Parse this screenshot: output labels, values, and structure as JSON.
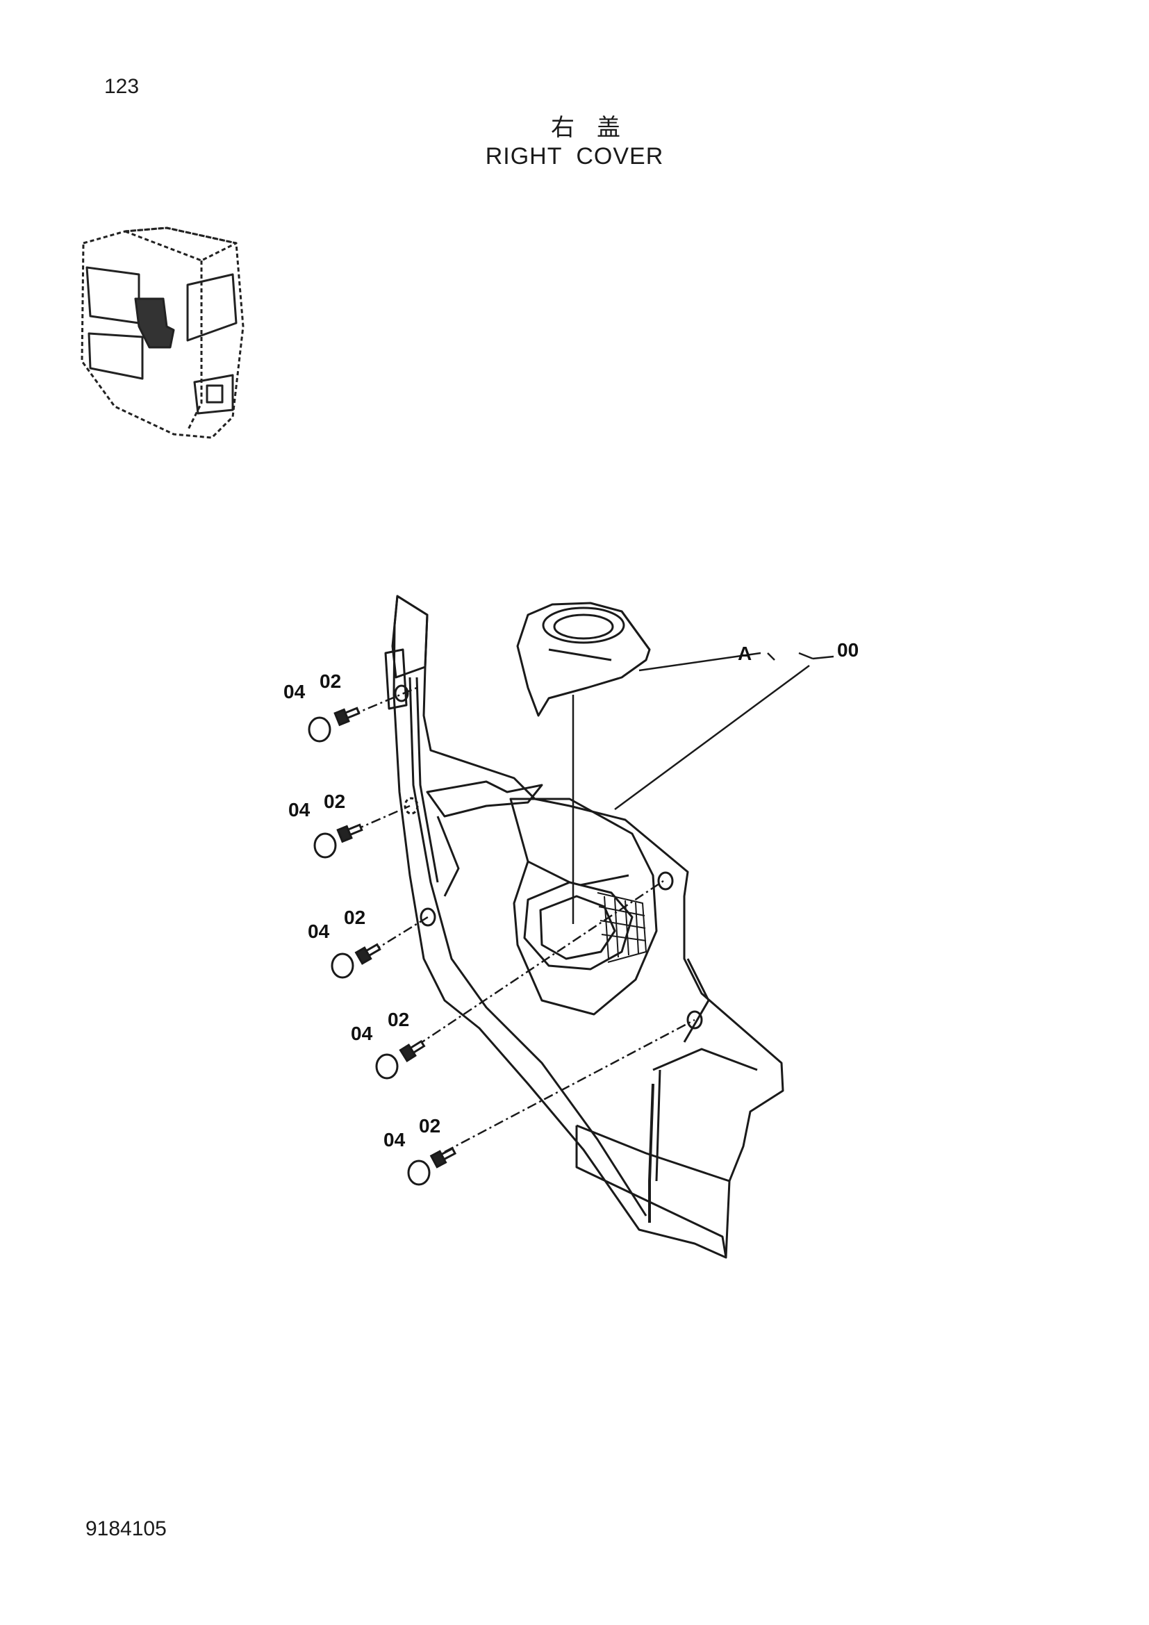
{
  "header": {
    "page_number": "123",
    "title_zh": "右盖",
    "title_en": "RIGHT COVER"
  },
  "footer": {
    "doc_number": "9184105"
  },
  "callouts": {
    "assembly": "00",
    "subassembly": "A",
    "bolts": [
      "02",
      "02",
      "02",
      "02",
      "02"
    ],
    "caps": [
      "04",
      "04",
      "04",
      "04",
      "04"
    ]
  },
  "icons": [
    "cab-locator-icon"
  ],
  "colors": {
    "ink": "#1a1a1a",
    "paper": "#ffffff"
  }
}
